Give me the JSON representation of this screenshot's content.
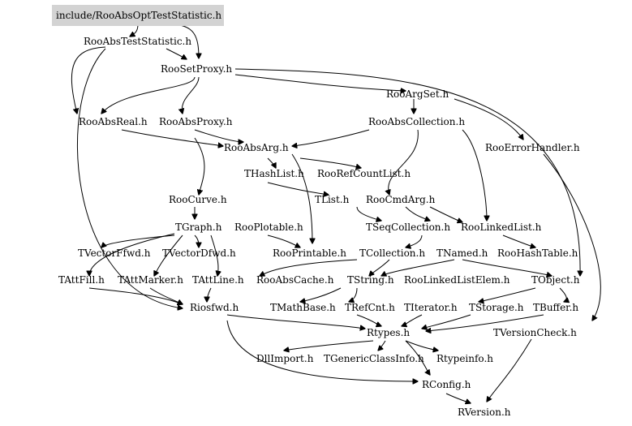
{
  "colors": {
    "root_fill": "#d3d3d3",
    "edge": "#000000",
    "text": "#000000",
    "background": "#ffffff"
  },
  "graph": {
    "root": "include/RooAbsOptTestStatistic.h",
    "nodes": [
      {
        "id": "root",
        "label": "include/RooAbsOptTestStatistic.h"
      },
      {
        "id": "abstest",
        "label": "RooAbsTestStatistic.h"
      },
      {
        "id": "setproxy",
        "label": "RooSetProxy.h"
      },
      {
        "id": "argset",
        "label": "RooArgSet.h"
      },
      {
        "id": "absreal",
        "label": "RooAbsReal.h"
      },
      {
        "id": "absproxy",
        "label": "RooAbsProxy.h"
      },
      {
        "id": "abscoll",
        "label": "RooAbsCollection.h"
      },
      {
        "id": "abserr",
        "label": "RooErrorHandler.h"
      },
      {
        "id": "absarg",
        "label": "RooAbsArg.h"
      },
      {
        "id": "thashlist",
        "label": "THashList.h"
      },
      {
        "id": "refcount",
        "label": "RooRefCountList.h"
      },
      {
        "id": "tlist",
        "label": "TList.h"
      },
      {
        "id": "cmdarg",
        "label": "RooCmdArg.h"
      },
      {
        "id": "curve",
        "label": "RooCurve.h"
      },
      {
        "id": "tgraph",
        "label": "TGraph.h"
      },
      {
        "id": "plotable",
        "label": "RooPlotable.h"
      },
      {
        "id": "seqcoll",
        "label": "TSeqCollection.h"
      },
      {
        "id": "linkedlist",
        "label": "RooLinkedList.h"
      },
      {
        "id": "vecf",
        "label": "TVectorFfwd.h"
      },
      {
        "id": "vecd",
        "label": "TVectorDfwd.h"
      },
      {
        "id": "printable",
        "label": "RooPrintable.h"
      },
      {
        "id": "tcoll",
        "label": "TCollection.h"
      },
      {
        "id": "tnamed",
        "label": "TNamed.h"
      },
      {
        "id": "hashtable",
        "label": "RooHashTable.h"
      },
      {
        "id": "attfill",
        "label": "TAttFill.h"
      },
      {
        "id": "attmarker",
        "label": "TAttMarker.h"
      },
      {
        "id": "attline",
        "label": "TAttLine.h"
      },
      {
        "id": "abscache",
        "label": "RooAbsCache.h"
      },
      {
        "id": "tstring",
        "label": "TString.h"
      },
      {
        "id": "linkedelem",
        "label": "RooLinkedListElem.h"
      },
      {
        "id": "tobject",
        "label": "TObject.h"
      },
      {
        "id": "riosfwd",
        "label": "Riosfwd.h"
      },
      {
        "id": "mathbase",
        "label": "TMathBase.h"
      },
      {
        "id": "refcnt",
        "label": "TRefCnt.h"
      },
      {
        "id": "titerator",
        "label": "TIterator.h"
      },
      {
        "id": "tstorage",
        "label": "TStorage.h"
      },
      {
        "id": "tbuffer",
        "label": "TBuffer.h"
      },
      {
        "id": "rtypes",
        "label": "Rtypes.h"
      },
      {
        "id": "versioncheck",
        "label": "TVersionCheck.h"
      },
      {
        "id": "dllimport",
        "label": "DllImport.h"
      },
      {
        "id": "genclass",
        "label": "TGenericClassInfo.h"
      },
      {
        "id": "rtypeinfo",
        "label": "Rtypeinfo.h"
      },
      {
        "id": "rconfig",
        "label": "RConfig.h"
      },
      {
        "id": "rversion",
        "label": "RVersion.h"
      }
    ]
  }
}
